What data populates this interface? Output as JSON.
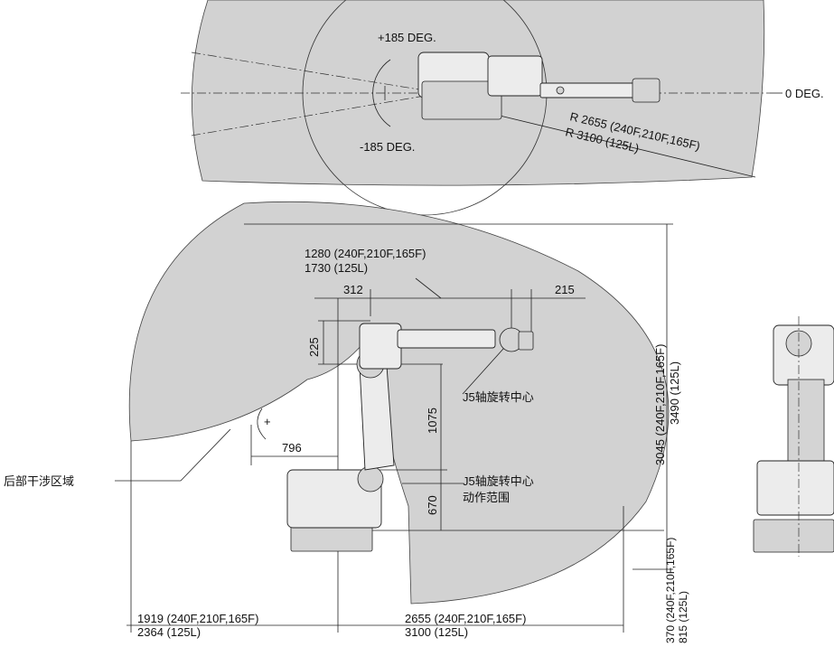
{
  "top_view": {
    "plus_deg": "+185 DEG.",
    "minus_deg": "-185 DEG.",
    "zero_deg": "0 DEG.",
    "radius_1": "R 2655  (240F,210F,165F)",
    "radius_2": "R 3100  (125L)"
  },
  "side_view": {
    "reach_1": "1280  (240F,210F,165F)",
    "reach_2": "1730  (125L)",
    "dim_312": "312",
    "dim_215": "215",
    "dim_225": "225",
    "dim_1075": "1075",
    "dim_670": "670",
    "dim_796": "796",
    "j5_center": "J5轴旋转中心",
    "j5_range_1": "J5轴旋转中心",
    "j5_range_2": "动作范围",
    "rear_zone": "后部干涉区域",
    "height_1": "3045  (240F,210F,165F)",
    "height_2": "3490  (125L)",
    "below_1": "370 (240F,210F,165F)",
    "below_2": "815 (125L)",
    "left_1": "1919  (240F,210F,165F)",
    "left_2": "2364  (125L)",
    "right_1": "2655  (240F,210F,165F)",
    "right_2": "3100  (125L)"
  }
}
